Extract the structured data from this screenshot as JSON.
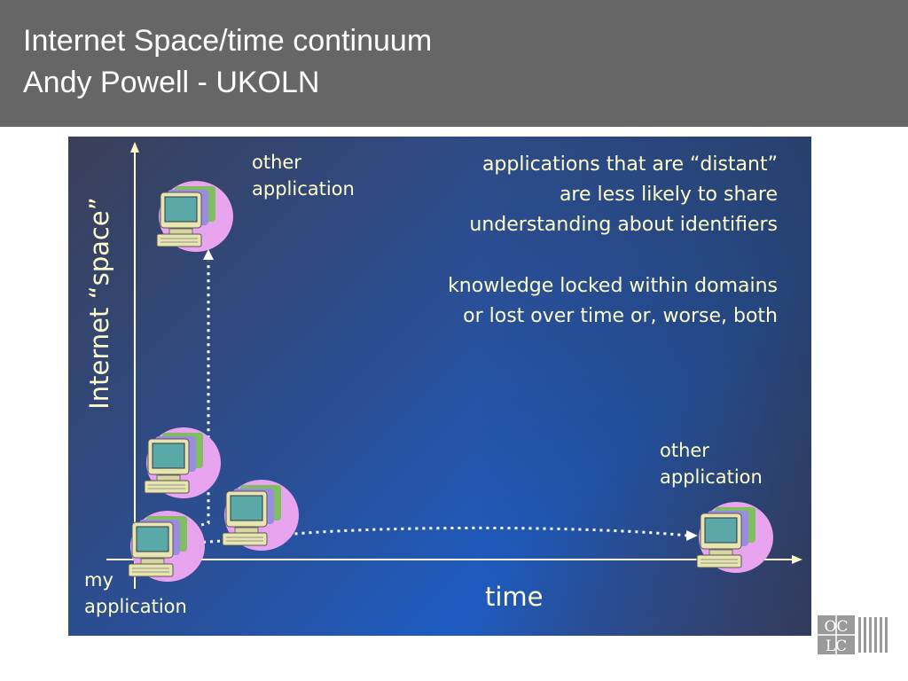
{
  "header": {
    "title_line1": "Internet Space/time continuum",
    "title_line2": "Andy Powell - UKOLN"
  },
  "diagram": {
    "y_axis_label": "Internet “space”",
    "x_axis_label": "time",
    "nodes": {
      "my_app_line1": "my",
      "my_app_line2": "application",
      "other_app_top_line1": "other",
      "other_app_top_line2": "application",
      "other_app_right_line1": "other",
      "other_app_right_line2": "application"
    },
    "notes": {
      "n1_line1": "applications that are “distant”",
      "n1_line2": "are less likely to share",
      "n1_line3": "understanding about identifiers",
      "n2_line1": "knowledge locked within domains",
      "n2_line2": "or lost over time or, worse, both"
    },
    "colors": {
      "text": "#ffffcc",
      "axis": "#ffffcc",
      "computer_body": "#e8e6b0",
      "computer_screen": "#5aa8a8",
      "blob": "#e9a4ef"
    }
  },
  "logo": {
    "text_top": "OC",
    "text_bottom": "LC"
  }
}
